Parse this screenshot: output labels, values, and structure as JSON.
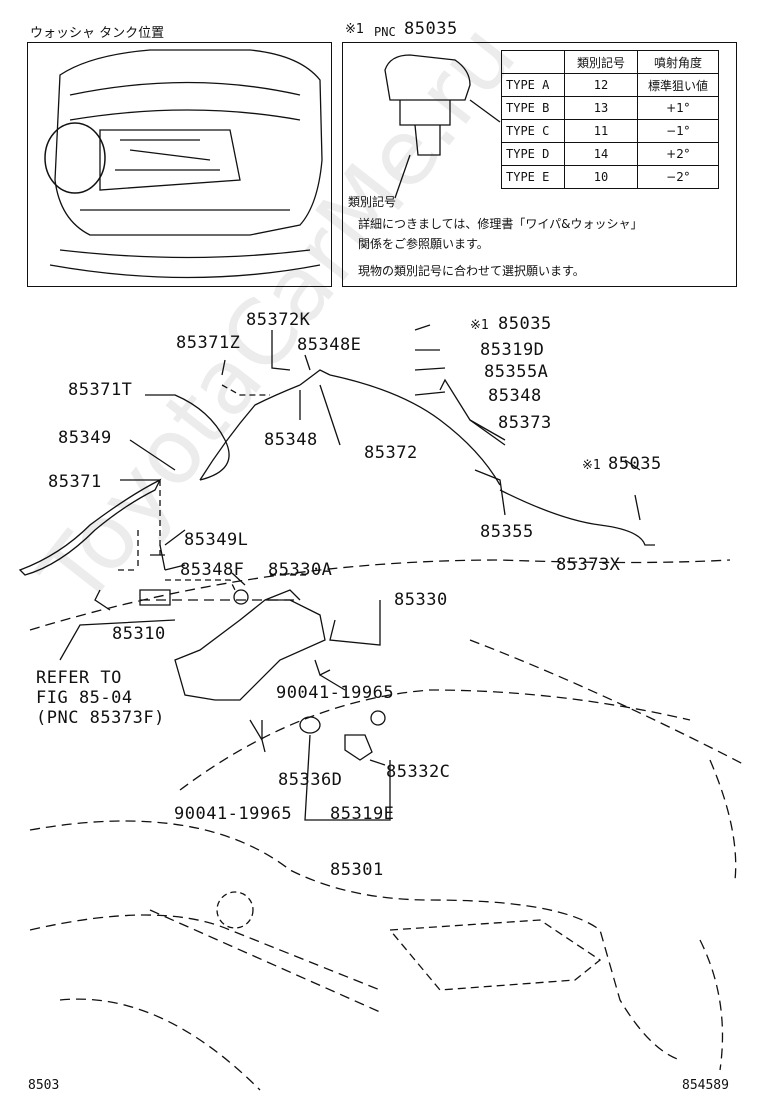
{
  "inset_left": {
    "title": "ウォッシャ タンク位置"
  },
  "inset_right": {
    "header_mark": "※1",
    "header_pnc_label": "PNC",
    "header_pnc": "85035",
    "table": {
      "headers": [
        "",
        "類別記号",
        "噴射角度"
      ],
      "rows": [
        [
          "TYPE A",
          "12",
          "標準狙い値"
        ],
        [
          "TYPE B",
          "13",
          "+1°"
        ],
        [
          "TYPE C",
          "11",
          "−1°"
        ],
        [
          "TYPE D",
          "14",
          "+2°"
        ],
        [
          "TYPE E",
          "10",
          "−2°"
        ]
      ]
    },
    "code_label": "類別記号",
    "note_1": "詳細につきましては、修理書「ワイパ&ウォッシャ」",
    "note_2": "関係をご参照願います。",
    "note_3": "現物の類別記号に合わせて選択願います。"
  },
  "parts": {
    "p85372K": "85372K",
    "p85371Z": "85371Z",
    "p85348E": "85348E",
    "p85371T": "85371T",
    "p85349": "85349",
    "p85348": "85348",
    "p85372": "85372",
    "p85371": "85371",
    "p85349L": "85349L",
    "p85348F": "85348F",
    "p85310": "85310",
    "p85330A": "85330A",
    "p85330": "85330",
    "p90041a": "90041-19965",
    "p85336D": "85336D",
    "p85332C": "85332C",
    "p85319E": "85319E",
    "p90041b": "90041-19965",
    "p85301": "85301",
    "r_mark1": "※1",
    "r85035": "85035",
    "r85319D": "85319D",
    "r85355A": "85355A",
    "r85348": "85348",
    "r85373": "85373",
    "r_mark2": "※1",
    "r85035b": "85035",
    "r85355": "85355",
    "r85373X": "85373X"
  },
  "refer": {
    "line1": "REFER TO",
    "line2": "FIG 85-04",
    "line3": "(PNC 85373F)"
  },
  "footer": {
    "left": "8503",
    "right": "854589"
  },
  "watermark": "ToyotaCarMe.ru"
}
